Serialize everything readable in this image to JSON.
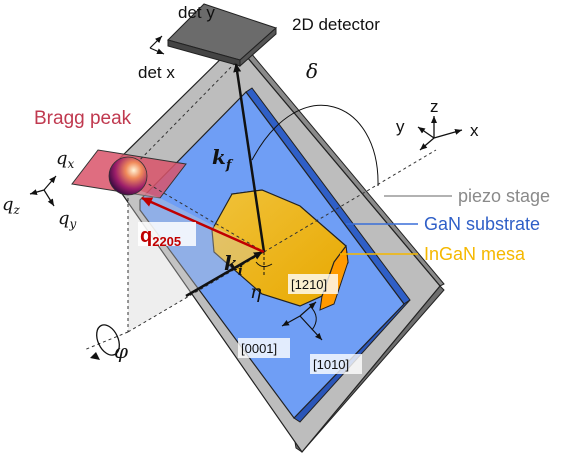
{
  "labels": {
    "det_y": "det y",
    "det_x": "det x",
    "detector": "2D detector",
    "delta": "δ",
    "bragg_peak": "Bragg peak",
    "qx": "q",
    "qx_sub": "x",
    "qz": "q",
    "qz_sub": "z",
    "qy": "q",
    "qy_sub": "y",
    "kf": "k",
    "kf_sub": "f",
    "ki": "k",
    "ki_sub": "i",
    "q_vec": "q",
    "q_sub": "2205",
    "eta": "η",
    "phi": "φ",
    "axis_z": "z",
    "axis_y": "y",
    "axis_x": "x",
    "piezo_stage": "piezo stage",
    "gan_substrate": "GaN substrate",
    "ingan_mesa": "InGaN mesa",
    "dir_1210": "[1210]",
    "dir_0001": "[0001]",
    "dir_1010": "[1010]"
  },
  "colors": {
    "piezo_stage": "#9a9a9a",
    "gan_substrate": "#3a6fd8",
    "ingan_mesa": "#f5b800",
    "bragg_peak": "#c0394f",
    "q_vector": "#c00000",
    "beam": "#111111",
    "detector": "#6b6b6b"
  }
}
